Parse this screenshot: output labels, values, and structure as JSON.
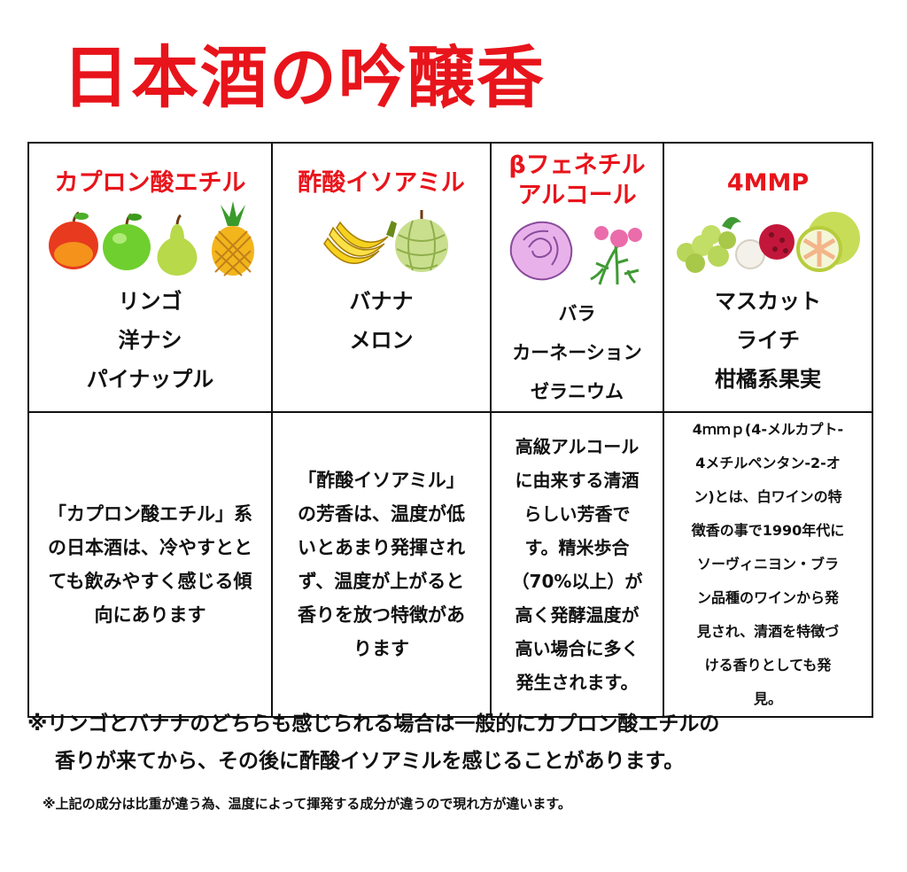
{
  "title": "日本酒の吟醸香",
  "columns": [
    {
      "name": "カプロン酸エチル",
      "fruit_icons": [
        "red-apple-icon",
        "green-apple-icon",
        "pear-icon",
        "pineapple-icon"
      ],
      "aromas": [
        "リンゴ",
        "洋ナシ",
        "パイナップル"
      ],
      "description": "「カプロン酸エチル」系\nの日本酒は、冷やすとと\nても飲みやすく感じる傾\n向にあります"
    },
    {
      "name": "酢酸イソアミル",
      "fruit_icons": [
        "banana-icon",
        "melon-icon"
      ],
      "aromas": [
        "バナナ",
        "メロン"
      ],
      "description": "「酢酸イソアミル」\nの芳香は、温度が低\nいとあまり発揮され\nず、温度が上がると\n香りを放つ特徴があ\nります"
    },
    {
      "name_line1": "βフェネチル",
      "name_line2": "アルコール",
      "fruit_icons": [
        "rose-icon",
        "carnation-icon"
      ],
      "aromas": [
        "バラ",
        "カーネーション",
        "ゼラニウム"
      ],
      "description": "高級アルコール\nに由来する清酒\nらしい芳香で\nす。精米歩合\n（70%以上）が\n高く発酵温度が\n高い場合に多く\n発生されます。"
    },
    {
      "name": "4MMP",
      "fruit_icons": [
        "muscat-grape-icon",
        "lychee-icon",
        "grapefruit-icon"
      ],
      "aromas": [
        "マスカット",
        "ライチ",
        "柑橘系果実"
      ],
      "description": "4ｍｍｐ(4-メルカプト-\n4メチルペンタン-2-オ\nン)とは、白ワインの特\n徴香の事で1990年代に\nソーヴィニヨン・ブラ\nン品種のワインから発\n見され、清酒を特徴づ\nける香りとしても発\n見。"
    }
  ],
  "notes": {
    "main": "※リンゴとバナナのどちらも感じられる場合は一般的にカプロン酸エチルの\n　 香りが来てから、その後に酢酸イソアミルを感じることがあります。",
    "sub": "※上記の成分は比重が違う為、温度によって揮発する成分が違うので現れ方が違います。"
  },
  "colors": {
    "accent": "#e8141b",
    "border": "#111111"
  }
}
